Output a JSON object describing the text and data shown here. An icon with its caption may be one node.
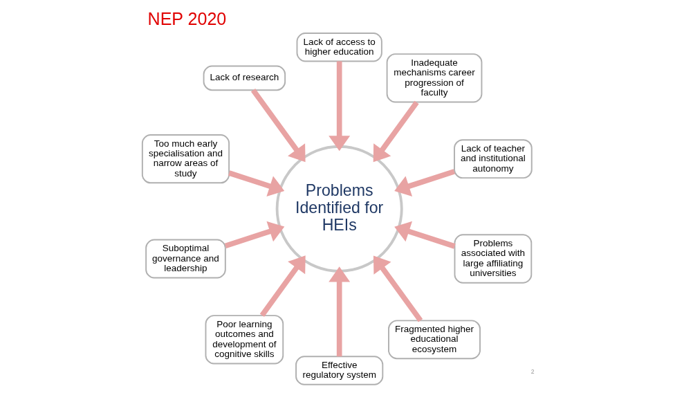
{
  "diagram": {
    "title": "NEP 2020",
    "nodes": [
      {
        "text": [
          "Lack of teacher and institutional autonomy"
        ]
      },
      {
        "text": [
          "Inadequate mechanisms career progression of faculty"
        ]
      },
      {
        "text": [
          "Lack of access to higher education"
        ]
      },
      {
        "text": [
          "Lack of research"
        ]
      },
      {
        "text": [
          "Too much early specialisation and narrow areas of study"
        ]
      },
      {
        "text": [
          "Suboptimal governance and leadership"
        ]
      },
      {
        "text": [
          "Poor learning outcomes and development of cognitive skills"
        ]
      },
      {
        "text": [
          "Problems Identified for HEIs"
        ]
      },
      {
        "text": [
          "Effective regulatory system"
        ]
      },
      {
        "text": [
          "Fragmented higher educational ecosystem"
        ]
      },
      {
        "text": [
          "Problems associated with large affiliating universities"
        ]
      }
    ],
    "edges": [
      {
        "from": 0,
        "to": 7,
        "arrow": "to"
      },
      {
        "from": 1,
        "to": 7,
        "arrow": "to"
      },
      {
        "from": 2,
        "to": 7,
        "arrow": "to"
      },
      {
        "from": 3,
        "to": 7,
        "arrow": "to"
      },
      {
        "from": 4,
        "to": 7,
        "arrow": "to"
      },
      {
        "from": 5,
        "to": 7,
        "arrow": "to"
      },
      {
        "from": 6,
        "to": 7,
        "arrow": "to"
      },
      {
        "from": 8,
        "to": 7,
        "arrow": "to"
      },
      {
        "from": 9,
        "to": 7,
        "arrow": "to"
      },
      {
        "from": 10,
        "to": 7,
        "arrow": "to"
      }
    ],
    "labels": [
      "2"
    ]
  }
}
